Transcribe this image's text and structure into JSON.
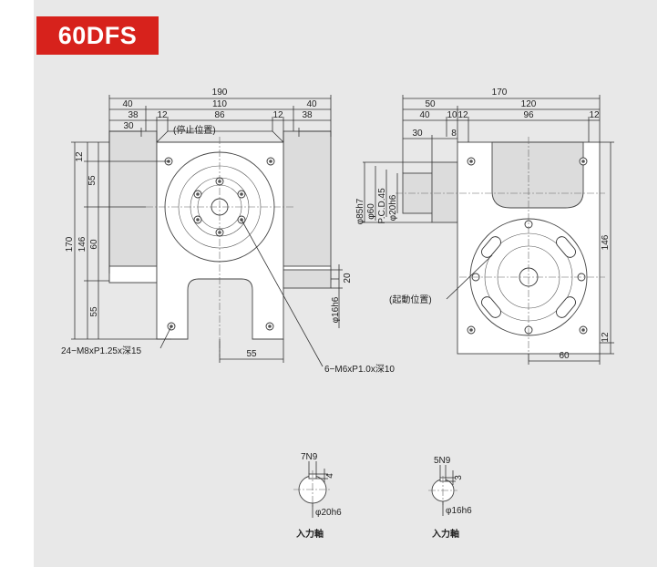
{
  "title": "60DFS",
  "front_view": {
    "dims_top": {
      "d190": "190",
      "d110": "110",
      "d40a": "40",
      "d40b": "40",
      "d38a": "38",
      "d38b": "38",
      "d12a": "12",
      "d12b": "12",
      "d86": "86",
      "d30": "30"
    },
    "dims_left": {
      "d12": "12",
      "d55a": "55",
      "d170": "170",
      "d146": "146",
      "d60": "60",
      "d55b": "55"
    },
    "dims_bottom": {
      "d55": "55"
    },
    "stop_label": "(停止位置)",
    "shaft_dims": {
      "d20": "20",
      "d16h6": "φ16h6"
    },
    "callout_m8": "24−M8xP1.25x深15",
    "callout_m6": "6−M6xP1.0x深10"
  },
  "side_view": {
    "dims_top": {
      "d170": "170",
      "d50": "50",
      "d120": "120",
      "d40": "40",
      "d10": "10",
      "d12a": "12",
      "d96": "96",
      "d12b": "12",
      "d30": "30",
      "d8": "8"
    },
    "dims_vertical": {
      "d85h7": "φ85h7",
      "d60": "φ60",
      "pcd": "P.C.D.45",
      "d20h6": "φ20h6"
    },
    "dims_right": {
      "d146": "146",
      "d12": "12"
    },
    "dims_bottom": {
      "d60": "60"
    },
    "start_label": "(起動位置)"
  },
  "keyway_left": {
    "key": "7N9",
    "depth": "4",
    "dia": "φ20h6",
    "caption": "入力軸"
  },
  "keyway_right": {
    "key": "5N9",
    "depth": "3",
    "dia": "φ16h6",
    "caption": "入力軸"
  }
}
